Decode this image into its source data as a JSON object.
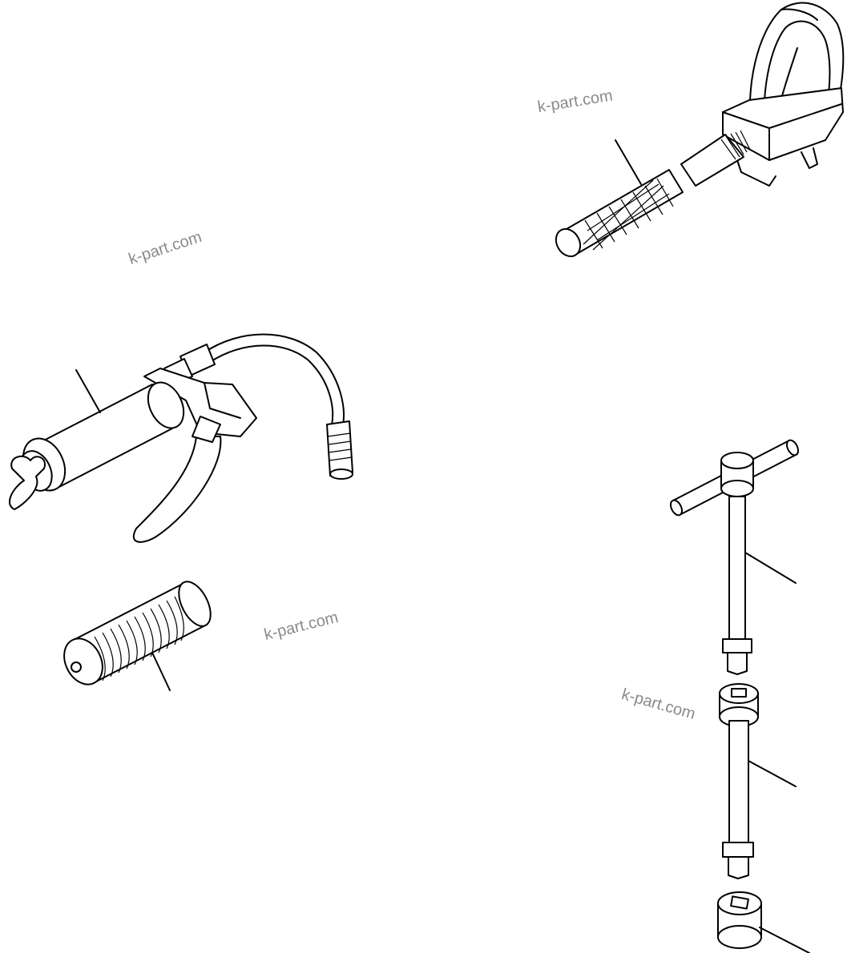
{
  "watermarks": [
    {
      "text": "k-part.com"
    },
    {
      "text": "k-part.com"
    },
    {
      "text": "k-part.com"
    },
    {
      "text": "k-part.com"
    }
  ],
  "parts": [
    {
      "name": "grease-gun"
    },
    {
      "name": "grease-cartridge"
    },
    {
      "name": "knurled-handle-tool"
    },
    {
      "name": "t-handle-wrench"
    },
    {
      "name": "extension-bar"
    },
    {
      "name": "socket"
    }
  ]
}
